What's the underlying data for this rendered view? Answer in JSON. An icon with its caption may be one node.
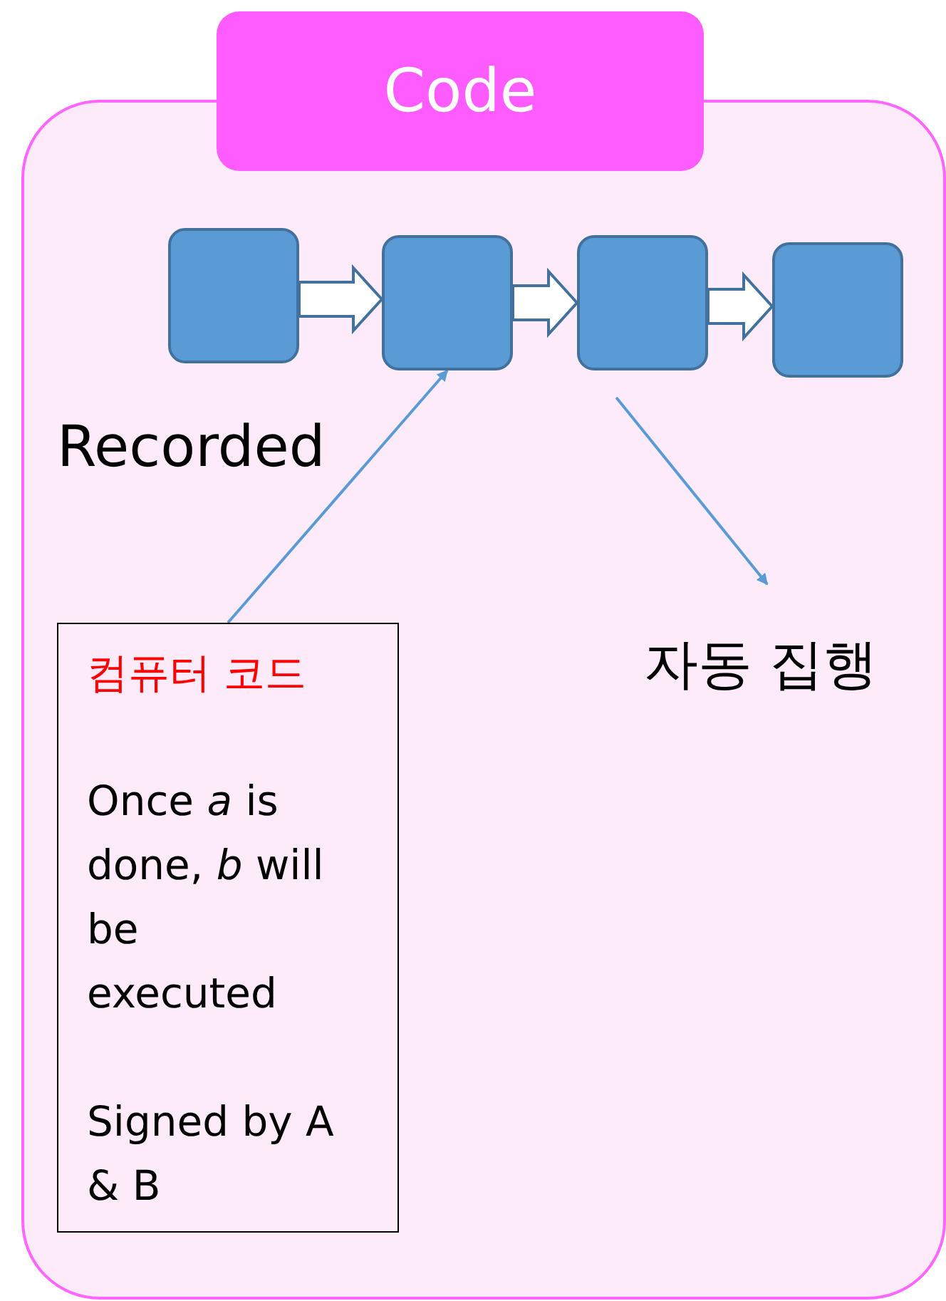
{
  "diagram": {
    "nodes": [
      {
        "text": [
          "Code"
        ]
      },
      {
        "text": [],
        "shape": "box",
        "in": 0
      },
      {
        "text": [],
        "shape": "box",
        "in": 0
      },
      {
        "text": [],
        "shape": "box",
        "in": 0
      },
      {
        "text": [],
        "shape": "box",
        "in": 0
      },
      {
        "text": [
          "컴퓨터 코드",
          "Once *a* is done, *b* will be executed",
          "Signed by A & B"
        ],
        "in": 0
      },
      {
        "text": [
          "자동 집행"
        ],
        "in": 0
      }
    ],
    "edges": [
      {
        "from": 1,
        "to": 2,
        "arrow": "to"
      },
      {
        "from": 2,
        "to": 3,
        "arrow": "to"
      },
      {
        "from": 3,
        "to": 4,
        "arrow": "to"
      },
      {
        "from": 5,
        "to": 2,
        "arrow": "to"
      },
      {
        "from": 3,
        "to": 6,
        "arrow": "to"
      }
    ],
    "labels": [
      "Recorded"
    ]
  }
}
